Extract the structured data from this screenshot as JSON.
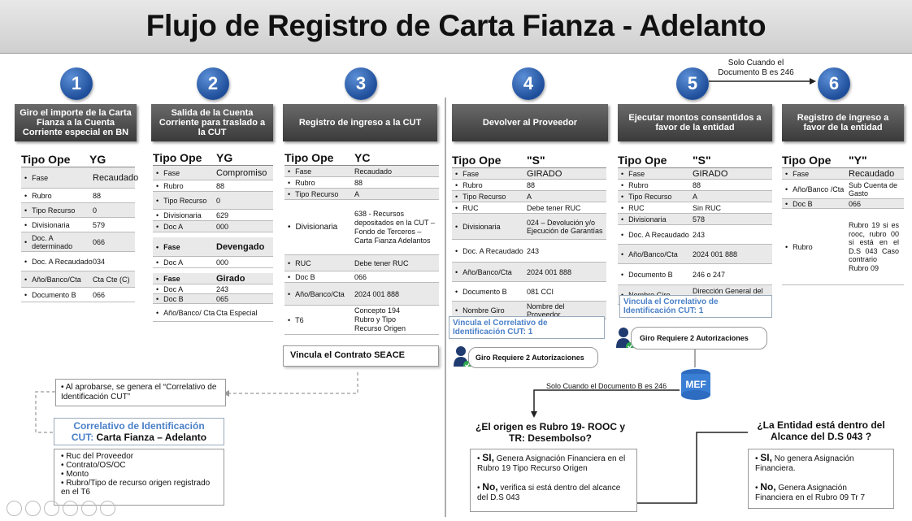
{
  "title": "Flujo de Registro de Carta Fianza - Adelanto",
  "steps": [
    {
      "num": "1",
      "header": "Giro el importe de la Carta Fianza a la Cuenta Corriente especial en BN"
    },
    {
      "num": "2",
      "header": "Salida de la Cuenta Corriente para traslado a la CUT"
    },
    {
      "num": "3",
      "header": "Registro de ingreso a la CUT"
    },
    {
      "num": "4",
      "header": "Devolver al Proveedor"
    },
    {
      "num": "5",
      "header": "Ejecutar montos consentidos a favor de la entidad"
    },
    {
      "num": "6",
      "header": "Registro de ingreso a favor de la entidad"
    }
  ],
  "solo_cuando_top": "Solo Cuando el Documento B es 246",
  "t1": {
    "tipo": "Tipo Ope",
    "code": "YG",
    "rows": [
      [
        "Fase",
        "Recaudado"
      ],
      [
        "Rubro",
        "88"
      ],
      [
        "Tipo Recurso",
        "0"
      ],
      [
        "Divisionaria",
        "579"
      ],
      [
        "Doc. A determinado",
        "066"
      ],
      [
        "Doc. A Recaudado",
        "034"
      ],
      [
        "Año/Banco/Cta",
        "Cta Cte (C)"
      ],
      [
        "Documento B",
        "066"
      ]
    ]
  },
  "t2": {
    "tipo": "Tipo Ope",
    "code": "YG",
    "rows_a": [
      [
        "Fase",
        "Compromiso"
      ],
      [
        "Rubro",
        "88"
      ],
      [
        "Tipo Recurso",
        "0"
      ],
      [
        "Divisionaria",
        "629"
      ],
      [
        "Doc A",
        "000"
      ]
    ],
    "rows_b": [
      [
        "Fase",
        "Devengado"
      ],
      [
        "Doc A",
        "000"
      ]
    ],
    "rows_c": [
      [
        "Fase",
        "Girado"
      ],
      [
        "Doc A",
        "243"
      ],
      [
        "Doc B",
        "065"
      ],
      [
        "Año/Banco/ Cta",
        "Cta Especial"
      ]
    ]
  },
  "t3": {
    "tipo": "Tipo Ope",
    "code": "YC",
    "rows": [
      [
        "Fase",
        "Recaudado"
      ],
      [
        "Rubro",
        "88"
      ],
      [
        "Tipo Recurso",
        "A"
      ],
      [
        "Divisionaria",
        "638 - Recursos depositados en la CUT – Fondo de Terceros – Carta Fianza Adelantos"
      ],
      [
        "RUC",
        "Debe tener RUC"
      ],
      [
        "Doc B",
        "066"
      ],
      [
        "Año/Banco/Cta",
        "2024 001 888"
      ],
      [
        "T6",
        "Concepto 194 Rubro y Tipo Recurso Origen"
      ]
    ],
    "footer": "Vincula el Contrato SEACE"
  },
  "t4": {
    "tipo": "Tipo Ope",
    "code": "\"S\"",
    "rows": [
      [
        "Fase",
        "GIRADO"
      ],
      [
        "Rubro",
        "88"
      ],
      [
        "Tipo Recurso",
        "A"
      ],
      [
        "RUC",
        "Debe tener RUC"
      ],
      [
        "Divisionaria",
        "024 – Devolución y/o Ejecución de Garantías"
      ],
      [
        "Doc. A Recaudado",
        "243"
      ],
      [
        "Año/Banco/Cta",
        "2024 001 888"
      ],
      [
        "Documento B",
        "081 CCI"
      ],
      [
        "Nombre Giro",
        "Nombre del Proveedor"
      ]
    ],
    "vincula": "Vincula el Correlativo de Identificación CUT: 1",
    "giro": "Giro  Requiere 2 Autorizaciones"
  },
  "t5": {
    "tipo": "Tipo Ope",
    "code": "\"S\"",
    "rows": [
      [
        "Fase",
        "GIRADO"
      ],
      [
        "Rubro",
        "88"
      ],
      [
        "Tipo Recurso",
        "A"
      ],
      [
        "RUC",
        "Sin RUC"
      ],
      [
        "Divisionaria",
        "578"
      ],
      [
        "Doc. A Recaudado",
        "243"
      ],
      [
        "Año/Banco/Cta",
        "2024 001 888"
      ],
      [
        "Documento B",
        "246 o 247"
      ],
      [
        "Nombre Giro",
        "Dirección General del Tesoro Público"
      ]
    ],
    "vincula": "Vincula el Correlativo de Identificación CUT: 1",
    "giro": "Giro  Requiere 2 Autorizaciones"
  },
  "t6": {
    "tipo": "Tipo Ope",
    "code": "\"Y\"",
    "rows": [
      [
        "Fase",
        "Recaudado"
      ],
      [
        "Año/Banco /Cta",
        "Sub Cuenta de Gasto"
      ],
      [
        "Doc B",
        "066"
      ],
      [
        "Rubro",
        "Rubro 19 si es rooc, rubro 00 si está en el D.S 043 Caso contrario Rubro 09"
      ]
    ]
  },
  "al_aprobarse": "• Al aprobarse, se genera el “Correlativo de Identificación CUT”",
  "correlativo_title1": "Correlativo de Identificación",
  "correlativo_title2a": "CUT: ",
  "correlativo_title2b": "Carta Fianza – Adelanto",
  "correlativo_items": [
    "Ruc del Proveedor",
    "Contrato/OS/OC",
    "Monto",
    "Rubro/Tipo de recurso origen registrado en el T6"
  ],
  "mef": "MEF",
  "solo_cuando_mid": "Solo Cuando el Documento B es 246",
  "q1": "¿El origen es Rubro 19- ROOC y TR: Desembolso?",
  "q1_si_b": "SI,",
  "q1_si": " Genera Asignación Financiera en el Rubro 19 Tipo Recurso Origen",
  "q1_no_b": "No,",
  "q1_no": " verifica si está dentro del alcance del D.S 043",
  "q2": "¿La Entidad está dentro del Alcance del D.S 043 ?",
  "q2_si_b": "SI,",
  "q2_si": " No genera Asignación Financiera.",
  "q2_no_b": "No,",
  "q2_no": " Genera Asignación Financiera en el Rubro 09 Tr 7"
}
